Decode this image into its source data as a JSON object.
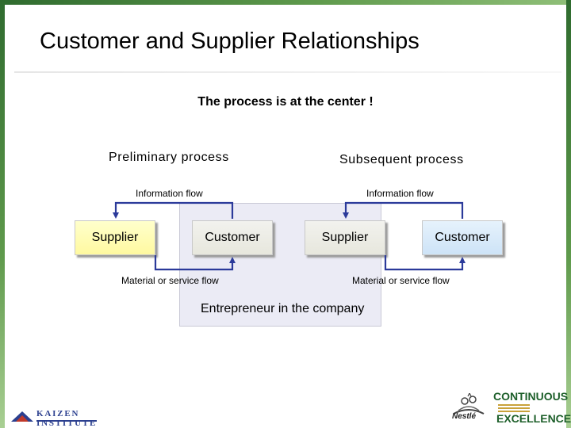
{
  "slide": {
    "title": "Customer and Supplier Relationships",
    "subtitle": "The process is at the center !"
  },
  "left_process": {
    "heading": "Preliminary process",
    "info_flow": "Information flow",
    "material_flow": "Material or service flow",
    "supplier": "Supplier",
    "customer": "Customer"
  },
  "right_process": {
    "heading": "Subsequent process",
    "info_flow": "Information flow",
    "material_flow": "Material or service flow",
    "supplier": "Supplier",
    "customer": "Customer"
  },
  "center": {
    "label": "Entrepreneur in the company"
  },
  "footer": {
    "kaizen_logo": "KAIZEN INSTITUTE",
    "nestle_logo": "Nestlé",
    "ce_logo_top": "CONTINUOUS",
    "ce_logo_bottom": "EXCELLENCE"
  },
  "colors": {
    "frame_green": "#2f6b2f",
    "arrow_blue": "#2b3a9a",
    "supplier_box": "#fff9a0",
    "customer_box": "#cde3f7",
    "center_panel": "#ebebf5"
  }
}
